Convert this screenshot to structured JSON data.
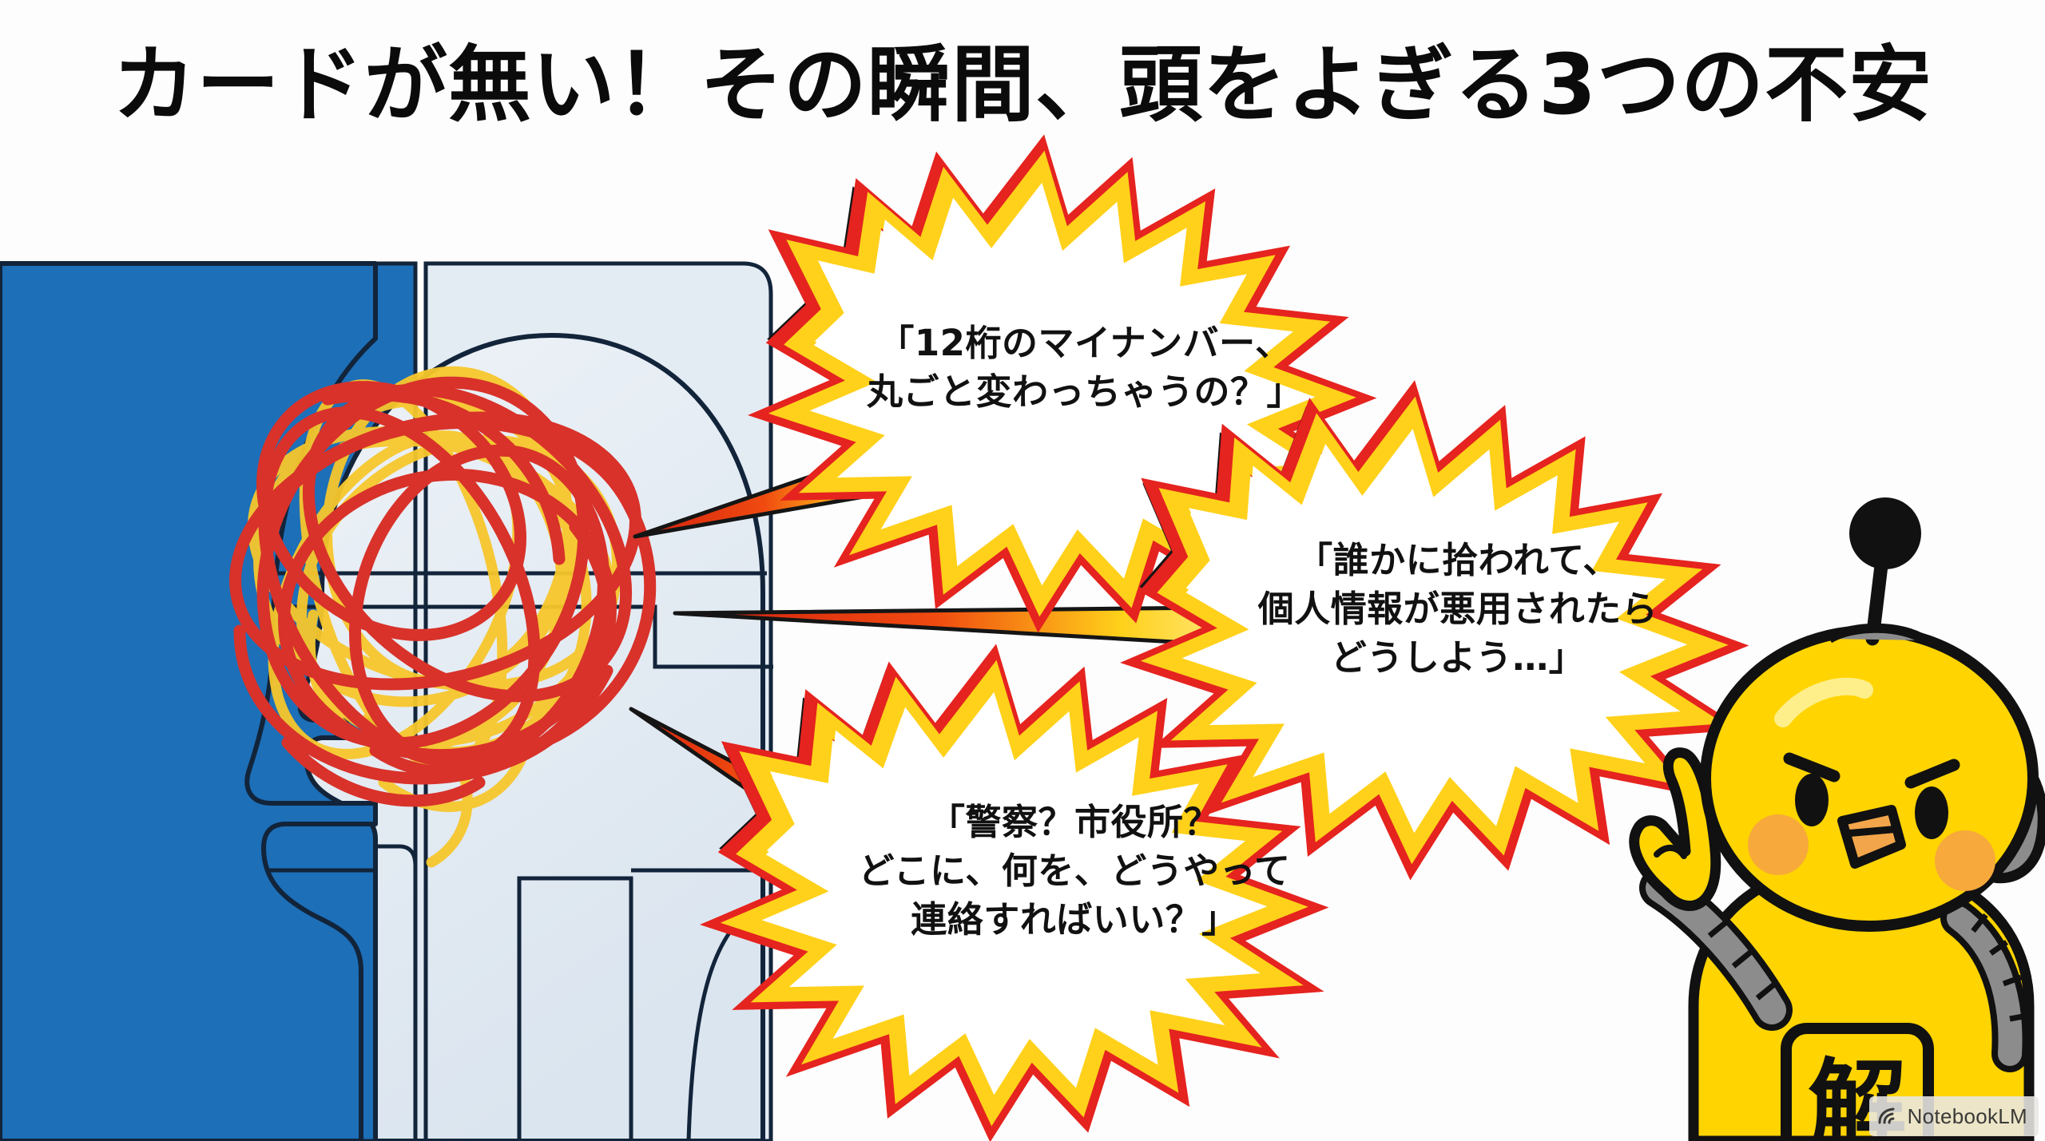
{
  "page": {
    "title": "カードが無い！その瞬間、頭をよぎる3つの不安",
    "background_color": "#fdfdfd",
    "title_color": "#0b0b0b"
  },
  "illustration": {
    "name": "worried-person-head-with-id-card-panels",
    "panel_blue_color": "#1d6fb8",
    "panel_light_color": "#e3ebf3",
    "head_fill_color": "#e3ebf3",
    "outline_color": "#12243a",
    "scribble_colors": [
      "#d8322a",
      "#f7c72c"
    ],
    "description": "青いカード台紙の上に描かれた横顔のシルエットと、頭の中の赤と黄色のもつれた線"
  },
  "bubbles": [
    {
      "id": "bubble-1",
      "name": "speech-bubble-my-number",
      "text": "「12桁のマイナンバー、\n丸ごと変わっちゃうの？」",
      "outline_color": "#151515",
      "ring_red": "#e5231f",
      "ring_yellow": "#ffd11a",
      "fill_color": "#ffffff",
      "text_color": "#111111"
    },
    {
      "id": "bubble-2",
      "name": "speech-bubble-personal-info-abuse",
      "text": "「誰かに拾われて、\n個人情報が悪用されたら\nどうしよう…」",
      "outline_color": "#151515",
      "ring_red": "#e5231f",
      "ring_yellow": "#ffd11a",
      "fill_color": "#ffffff",
      "text_color": "#111111"
    },
    {
      "id": "bubble-3",
      "name": "speech-bubble-who-to-contact",
      "text": "「警察？市役所？\nどこに、何を、どうやって\n連絡すればいい？」",
      "outline_color": "#151515",
      "ring_red": "#e5231f",
      "ring_yellow": "#ffd11a",
      "fill_color": "#ffffff",
      "text_color": "#111111"
    }
  ],
  "mascot": {
    "name": "yellow-robot-mascot",
    "body_color": "#ffd400",
    "outline_color": "#111111",
    "metal_color": "#8c8c8c",
    "cheek_color": "#f7a93c",
    "beak_color": "#f2a54a",
    "badge_character": "解",
    "description": "人差し指を立てた黄色いロボットのマスコット、胸に「解」のバッジ"
  },
  "watermark": {
    "name": "notebooklm-watermark",
    "label": "NotebookLM",
    "background_color": "#e9e7e2",
    "text_color": "#3a3a38"
  }
}
